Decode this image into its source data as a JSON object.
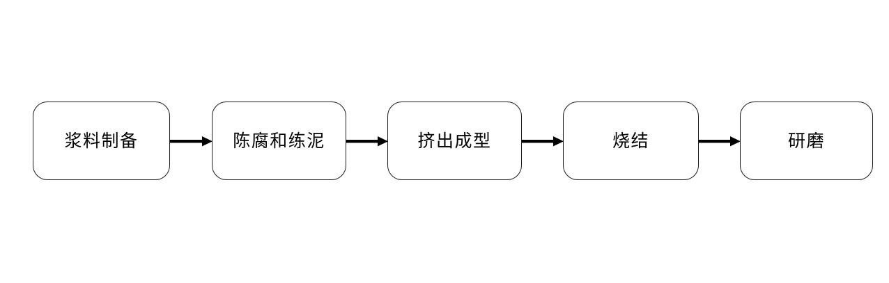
{
  "diagram": {
    "type": "horizontal-process-flowchart",
    "orientation": "left-to-right",
    "background_color": "#ffffff",
    "node_fill_color": "#ffffff",
    "node_border_color": "#1a1a1a",
    "arrow_color": "#000000",
    "text_color": "#000000",
    "node_count": 5,
    "arrow_count": 4,
    "nodes": [
      {
        "id": "node-1",
        "label": "浆料制备"
      },
      {
        "id": "node-2",
        "label": "陈腐和练泥"
      },
      {
        "id": "node-3",
        "label": "挤出成型"
      },
      {
        "id": "node-4",
        "label": "烧结"
      },
      {
        "id": "node-5",
        "label": "研磨"
      }
    ],
    "connectors": [
      {
        "id": "arrow-1",
        "from": "node-1",
        "to": "node-2",
        "style": "solid-arrow"
      },
      {
        "id": "arrow-2",
        "from": "node-2",
        "to": "node-3",
        "style": "solid-arrow"
      },
      {
        "id": "arrow-3",
        "from": "node-3",
        "to": "node-4",
        "style": "solid-arrow"
      },
      {
        "id": "arrow-4",
        "from": "node-4",
        "to": "node-5",
        "style": "solid-arrow"
      }
    ]
  }
}
